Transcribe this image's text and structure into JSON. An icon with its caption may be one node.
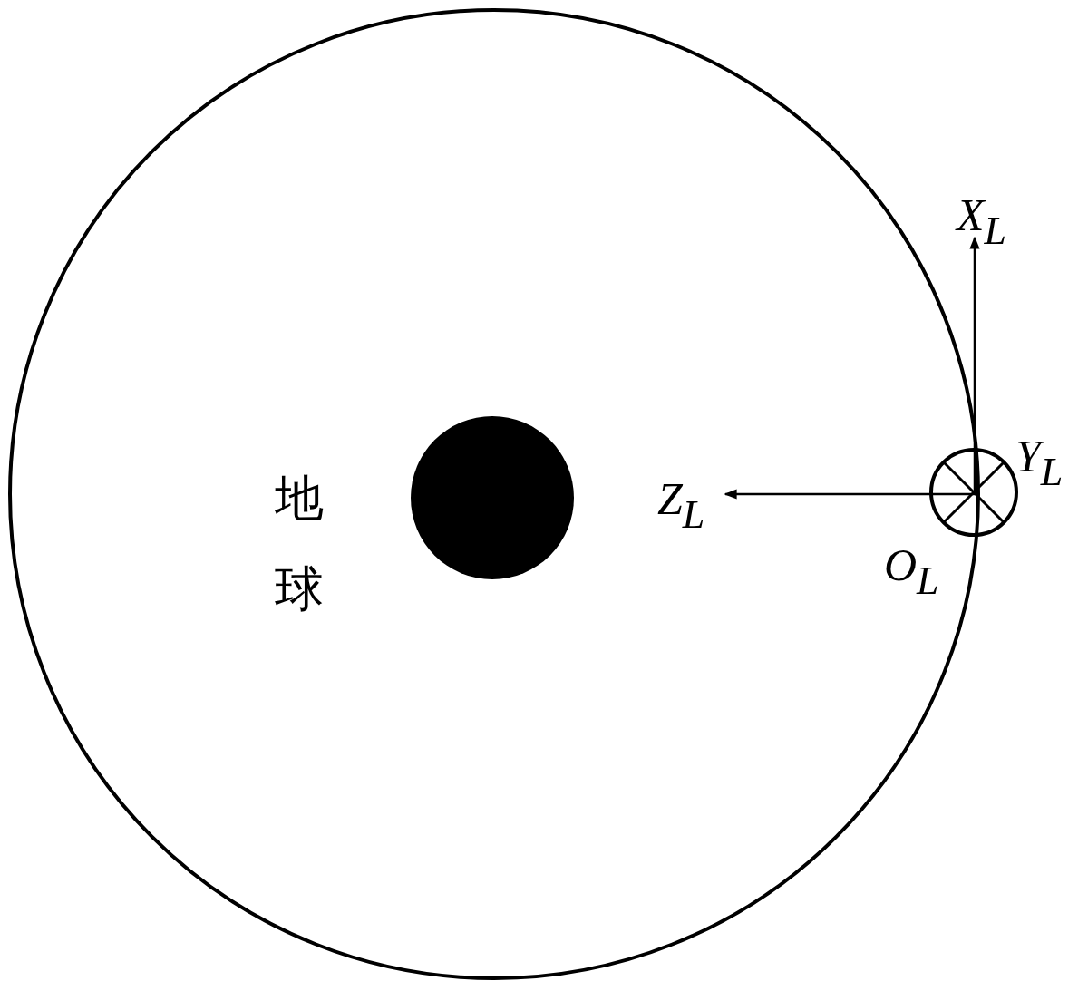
{
  "diagram": {
    "labels": [
      "X$_{L}$",
      "Y$_{L}$",
      "地球",
      "Z$_{L}$",
      "O$_{L}$"
    ]
  }
}
